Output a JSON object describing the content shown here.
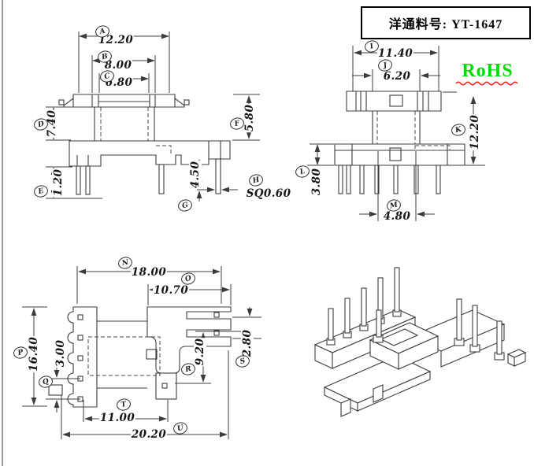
{
  "header": {
    "part_label": "洋通料号: YT-1647",
    "rohs_label": "RoHS"
  },
  "colors": {
    "rohs_text": "#00dd00",
    "rohs_underline": "#ee2222",
    "line": "#3c3c3c"
  },
  "dims": {
    "A": {
      "letter": "A",
      "value": "12.20"
    },
    "B": {
      "letter": "B",
      "value": "8.00"
    },
    "C": {
      "letter": "C",
      "value": "6.80"
    },
    "D": {
      "letter": "D",
      "value": "7.40"
    },
    "E": {
      "letter": "E",
      "value": "1.20"
    },
    "F": {
      "letter": "F",
      "value": "5.80"
    },
    "G": {
      "letter": "G",
      "value": "4.50"
    },
    "H": {
      "letter": "H",
      "value": "SQ0.60"
    },
    "I": {
      "letter": "I",
      "value": "11.40"
    },
    "J": {
      "letter": "J",
      "value": "6.20"
    },
    "K": {
      "letter": "K",
      "value": "12.20"
    },
    "L": {
      "letter": "L",
      "value": "3.80"
    },
    "M": {
      "letter": "M",
      "value": "4.80"
    },
    "N": {
      "letter": "N",
      "value": "18.00"
    },
    "O": {
      "letter": "O",
      "value": "10.70"
    },
    "P": {
      "letter": "P",
      "value": "16.40"
    },
    "Q": {
      "letter": "Q",
      "value": "3.00"
    },
    "R": {
      "letter": "R",
      "value": "9.20"
    },
    "S": {
      "letter": "S",
      "value": "2.80"
    },
    "T": {
      "letter": "T",
      "value": "11.00"
    },
    "U": {
      "letter": "U",
      "value": "20.20"
    }
  }
}
